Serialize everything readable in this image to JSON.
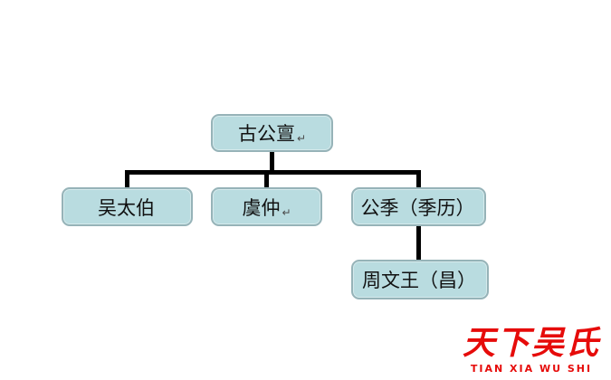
{
  "diagram": {
    "root": {
      "label": "古公亶",
      "mark": "↵"
    },
    "children": [
      {
        "label": "吴太伯",
        "mark": ""
      },
      {
        "label": "虞仲",
        "mark": "↵"
      },
      {
        "label": "公季（季历）",
        "mark": ""
      }
    ],
    "grandchild": {
      "label": "周文王（昌）",
      "mark": ""
    }
  },
  "watermark": {
    "cn": "天下吴氏",
    "en": "TIAN XIA WU SHI"
  },
  "colors": {
    "box_fill": "#b9dce0",
    "box_border": "#96b3b8",
    "connector_line": "#000000",
    "watermark_red": "#e60b0a",
    "background": "#ffffff"
  }
}
